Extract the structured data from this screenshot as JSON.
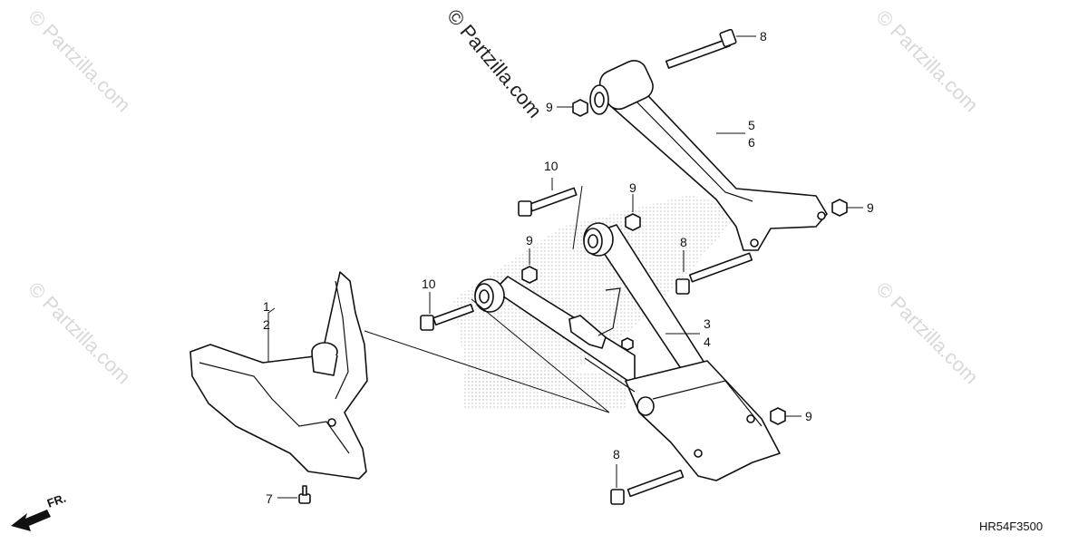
{
  "watermarks": {
    "main": "© Partzilla.com",
    "faint": "© Partzilla.com"
  },
  "callouts": {
    "c1": "1",
    "c2": "2",
    "c3": "3",
    "c4": "4",
    "c5": "5",
    "c6": "6",
    "c7": "7",
    "c8a": "8",
    "c8b": "8",
    "c8c": "8",
    "c9a": "9",
    "c9b": "9",
    "c9c": "9",
    "c9d": "9",
    "c9e": "9",
    "c10a": "10",
    "c10b": "10"
  },
  "diagram_code": "HR54F3500",
  "front_indicator": "FR.",
  "colors": {
    "line": "#111111",
    "watermark": "#d8d8d8",
    "stipple": "#bdbdbd"
  }
}
